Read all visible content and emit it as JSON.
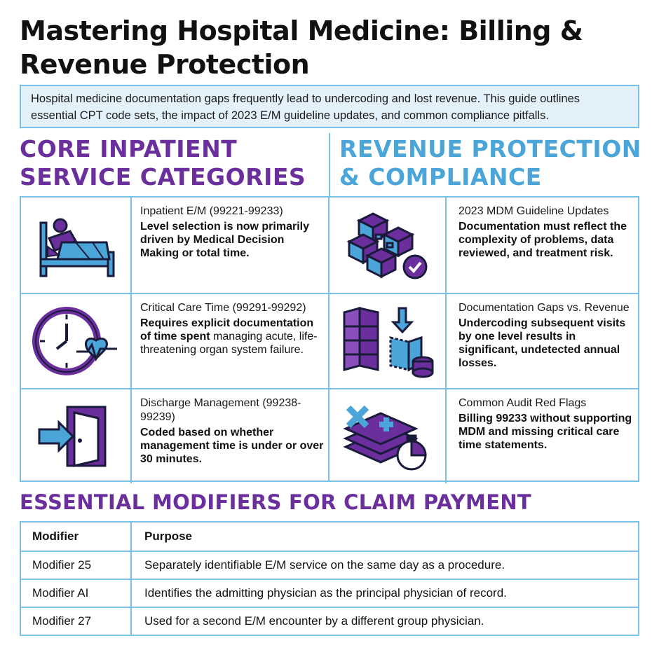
{
  "title": "Mastering Hospital Medicine: Billing & Revenue Protection",
  "intro": "Hospital medicine documentation gaps frequently lead to undercoding and lost revenue. This guide outlines essential CPT code sets, the impact of 2023 E/M guideline updates, and common compliance pitfalls.",
  "left_section": {
    "heading": "CORE INPATIENT SERVICE CATEGORIES",
    "cards": [
      {
        "title": "Inpatient E/M (99221-99233)",
        "desc_bold": "Level selection is now primarily driven by Medical Decision Making or total time.",
        "desc_normal": "",
        "icon": "hospital-bed-icon"
      },
      {
        "title": "Critical Care Time (99291-99292)",
        "desc_bold": "Requires explicit documentation of time spent",
        "desc_normal": "managing acute, life-threatening organ system failure.",
        "icon": "clock-heartbeat-icon"
      },
      {
        "title": "Discharge Management (99238-99239)",
        "desc_bold": "Coded based on whether management time is under or over 30 minutes.",
        "desc_normal": "",
        "icon": "exit-door-icon"
      }
    ]
  },
  "right_section": {
    "heading": "REVENUE PROTECTION & COMPLIANCE",
    "cards": [
      {
        "title": "2023 MDM Guideline Updates",
        "desc_bold": "Documentation must reflect the complexity of problems, data reviewed, and treatment risk.",
        "desc_normal": "",
        "icon": "connected-blocks-check-icon"
      },
      {
        "title": "Documentation Gaps vs. Revenue",
        "desc_bold": "Undercoding subsequent visits by one level results in significant, undetected annual losses.",
        "desc_normal": "",
        "icon": "blocks-coins-icon"
      },
      {
        "title": "Common Audit Red Flags",
        "desc_bold": "Billing 99233 without supporting MDM and missing critical care time statements.",
        "desc_normal": "",
        "icon": "stacked-papers-timer-icon"
      }
    ]
  },
  "modifiers": {
    "heading": "ESSENTIAL MODIFIERS FOR CLAIM PAYMENT",
    "columns": [
      "Modifier",
      "Purpose"
    ],
    "rows": [
      [
        "Modifier 25",
        "Separately identifiable E/M service on the same day as a procedure."
      ],
      [
        "Modifier AI",
        "Identifies the admitting physician as the principal physician of record."
      ],
      [
        "Modifier 27",
        "Used for a second E/M encounter by a different group physician."
      ]
    ]
  },
  "colors": {
    "purple": "#6a2f9c",
    "blue": "#4ba5d8",
    "border": "#7cc0e6",
    "intro_bg": "#e3f1fa"
  }
}
